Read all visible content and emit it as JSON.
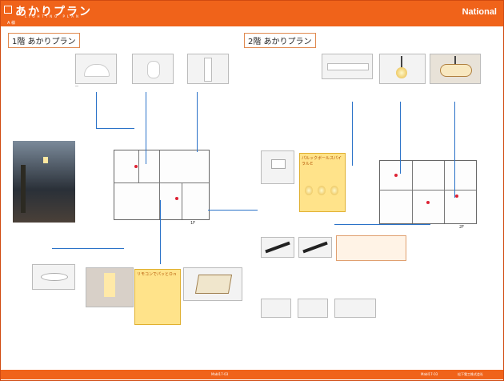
{
  "header": {
    "title": "あかりプラン",
    "subtitle": "LIGHTING PLAN",
    "owner": "A 様",
    "brand": "National"
  },
  "sections": {
    "floor1": "1階 あかりプラン",
    "floor2": "2階 あかりプラン"
  },
  "floorplan_labels": {
    "f1": "1F",
    "f2": "2F"
  },
  "callouts": {
    "floor1": "リモコンでパッとＯｎ",
    "floor2": "パルックボールスパイラルＥ"
  },
  "footer": {
    "page_code_1": "Mabl17-03",
    "page_code_2": "Mabl17-03",
    "company": "松下電工株式会社"
  },
  "colors": {
    "accent": "#f0631a",
    "line": "#2a72c8",
    "callout": "#ffe38a"
  }
}
